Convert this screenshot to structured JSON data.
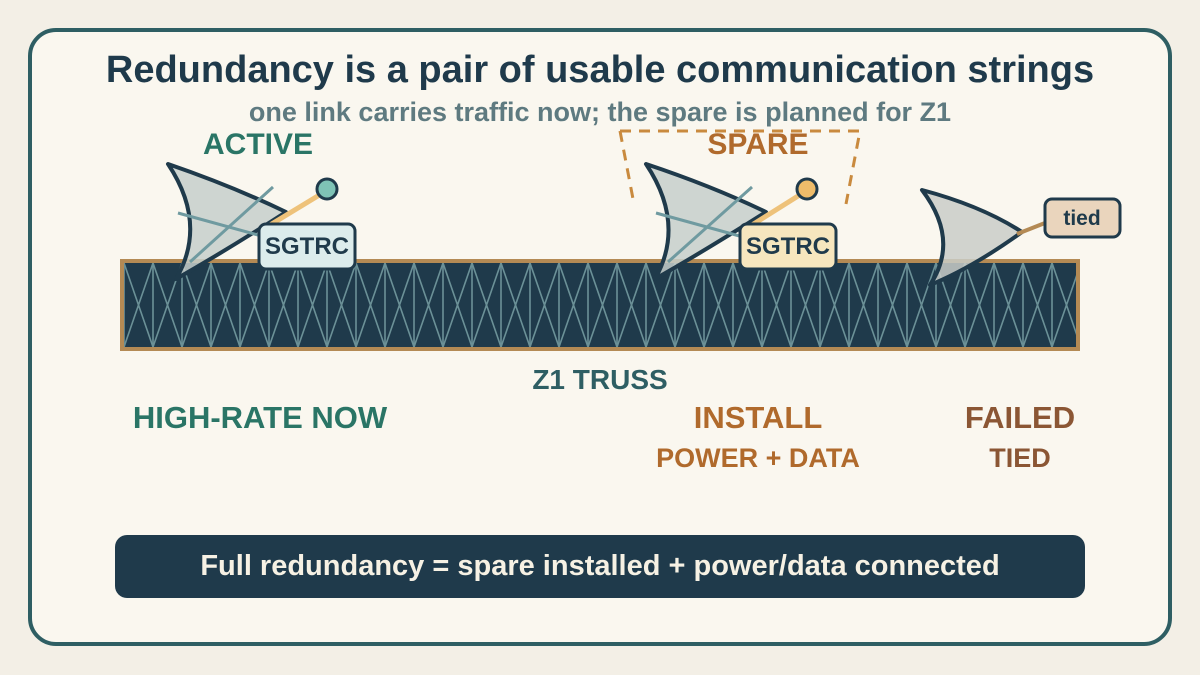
{
  "title": "Redundancy is a pair of usable communication strings",
  "subtitle": "one link carries traffic now; the spare is planned for Z1",
  "truss": {
    "label": "Z1 TRUSS"
  },
  "antennas": [
    {
      "role_label": "ACTIVE",
      "device_tag": "SGTRC",
      "status_lines": [
        "HIGH-RATE NOW"
      ],
      "color": "#2a7566",
      "tag_fill": "#dcecec",
      "knob_fill": "#7ec3b6"
    },
    {
      "role_label": "SPARE",
      "device_tag": "SGTRC",
      "status_lines": [
        "INSTALL",
        "POWER + DATA"
      ],
      "color": "#b06a2c",
      "tag_fill": "#f6e6be",
      "knob_fill": "#eebc6a"
    },
    {
      "role_label": "",
      "device_tag": "tied",
      "status_lines": [
        "FAILED",
        "TIED"
      ],
      "color": "#8b5634",
      "tag_fill": "#ead5bd"
    }
  ],
  "footer": {
    "text": "Full redundancy = spare installed + power/data connected"
  },
  "colors": {
    "navy": "#1f3a4b",
    "teal": "#2a7566",
    "orange": "#b06a2c",
    "brown": "#8b5634",
    "truss_border": "#b48a54",
    "panel": "#faf7ef",
    "frame": "#2e5e63"
  }
}
